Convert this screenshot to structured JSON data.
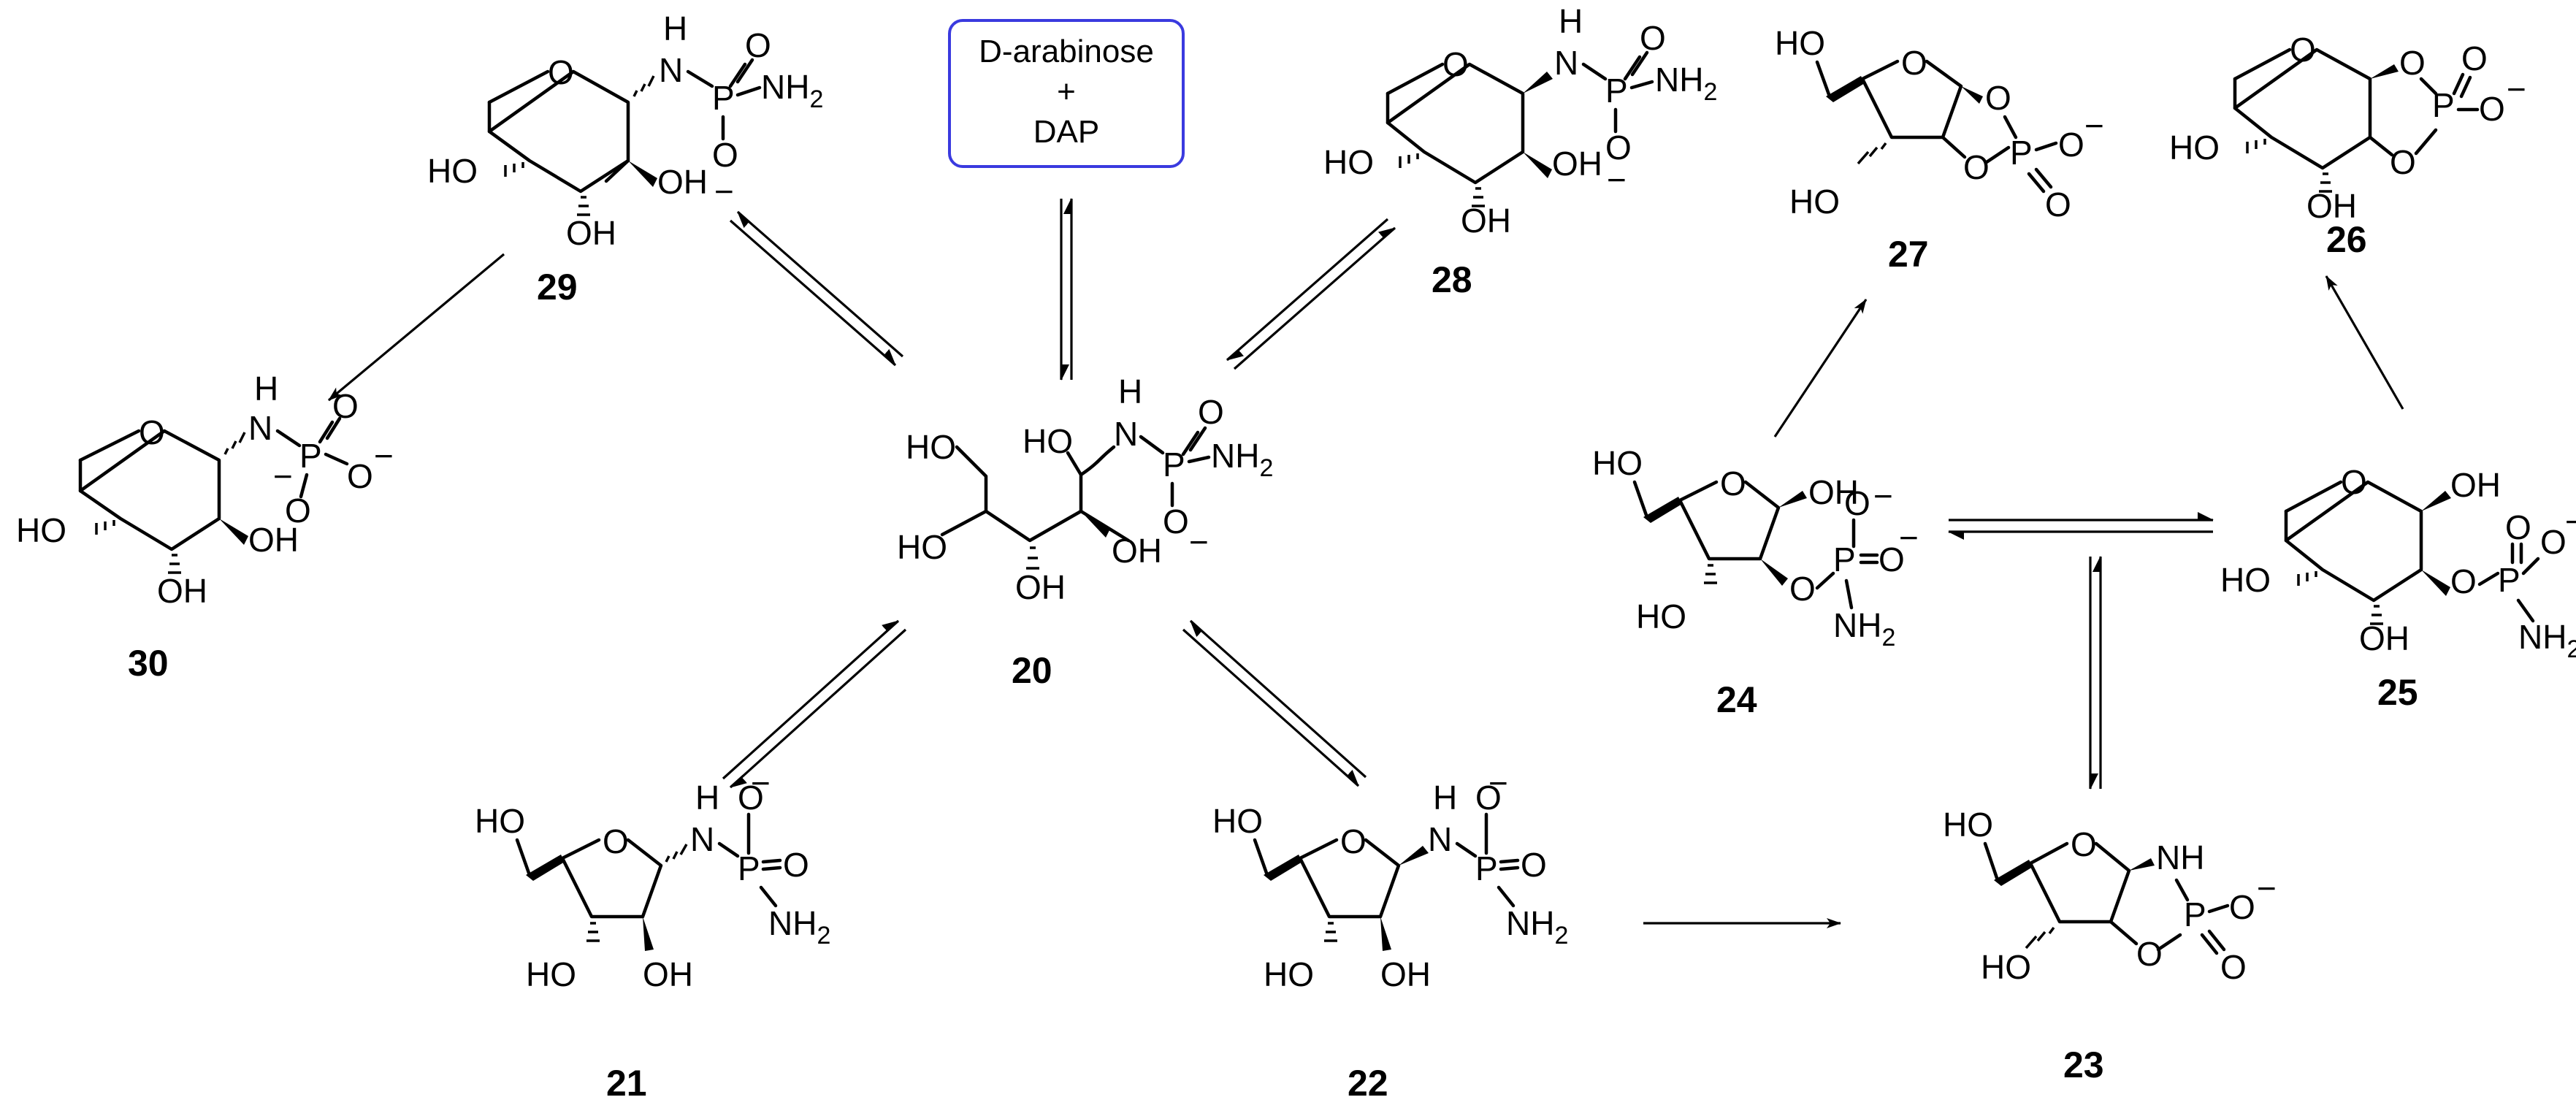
{
  "start_box": {
    "line1": "D-arabinose",
    "line2": "+",
    "line3": "DAP",
    "border_color": "#3a3adf"
  },
  "atoms": {
    "O": "O",
    "P": "P",
    "N": "N",
    "H": "H",
    "OH": "OH",
    "HO": "HO",
    "NH2": "NH2",
    "NH": "NH",
    "minus": "−"
  },
  "compounds": [
    {
      "id": "20",
      "label": "20"
    },
    {
      "id": "21",
      "label": "21"
    },
    {
      "id": "22",
      "label": "22"
    },
    {
      "id": "23",
      "label": "23"
    },
    {
      "id": "24",
      "label": "24"
    },
    {
      "id": "25",
      "label": "25"
    },
    {
      "id": "26",
      "label": "26"
    },
    {
      "id": "27",
      "label": "27"
    },
    {
      "id": "28",
      "label": "28"
    },
    {
      "id": "29",
      "label": "29"
    },
    {
      "id": "30",
      "label": "30"
    }
  ]
}
